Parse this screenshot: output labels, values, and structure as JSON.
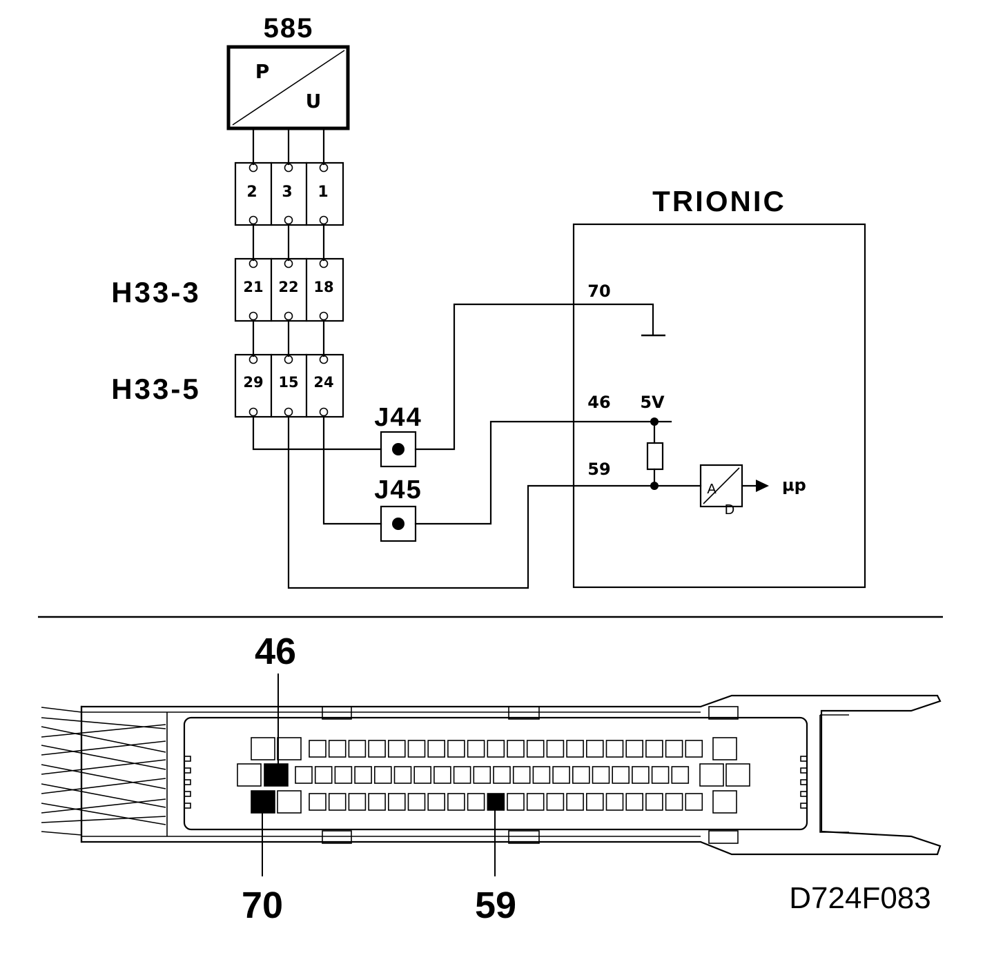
{
  "sensor": {
    "id": "585",
    "input_symbol": "P",
    "output_symbol": "U"
  },
  "connectors": {
    "sensor_plug": {
      "name": "",
      "pins": [
        "2",
        "3",
        "1"
      ]
    },
    "h33_3": {
      "name": "H33-3",
      "pins": [
        "21",
        "22",
        "18"
      ]
    },
    "h33_5": {
      "name": "H33-5",
      "pins": [
        "29",
        "15",
        "24"
      ]
    }
  },
  "junctions": {
    "j44": {
      "name": "J44"
    },
    "j45": {
      "name": "J45"
    }
  },
  "control_module": {
    "name": "TRIONIC",
    "pin_ground": "70",
    "pin_supply": "46",
    "supply_voltage": "5V",
    "pin_signal": "59",
    "converter_a": "A",
    "converter_d": "D",
    "processor": "μp"
  },
  "connector_view": {
    "callout_top": "46",
    "callout_bottom_left": "70",
    "callout_bottom_mid": "59",
    "highlight_color": "#000000"
  },
  "figure_code": "D724F083"
}
